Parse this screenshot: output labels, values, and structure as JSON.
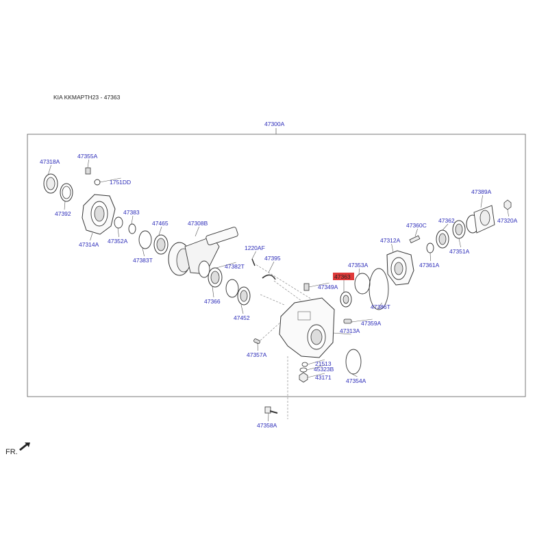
{
  "header": {
    "title": "KIA KKMAPTH23 - 47363"
  },
  "assembly_label": "47300A",
  "orientation_label": "FR.",
  "colors": {
    "label": "#2a2ab8",
    "line": "#555555",
    "highlight": "#e03a3a"
  },
  "highlighted_part": "47363",
  "parts": [
    {
      "id": "47318A"
    },
    {
      "id": "47355A"
    },
    {
      "id": "1751DD"
    },
    {
      "id": "47392"
    },
    {
      "id": "47314A"
    },
    {
      "id": "47352A"
    },
    {
      "id": "47383"
    },
    {
      "id": "47465"
    },
    {
      "id": "47308B"
    },
    {
      "id": "47383T"
    },
    {
      "id": "1220AF"
    },
    {
      "id": "47395"
    },
    {
      "id": "47382T"
    },
    {
      "id": "47366"
    },
    {
      "id": "47452"
    },
    {
      "id": "47357A"
    },
    {
      "id": "47363"
    },
    {
      "id": "47349A"
    },
    {
      "id": "47353A"
    },
    {
      "id": "47386T"
    },
    {
      "id": "47313A"
    },
    {
      "id": "47359A"
    },
    {
      "id": "21513"
    },
    {
      "id": "45323B"
    },
    {
      "id": "43171"
    },
    {
      "id": "47354A"
    },
    {
      "id": "47358A"
    },
    {
      "id": "47360C"
    },
    {
      "id": "47312A"
    },
    {
      "id": "47362"
    },
    {
      "id": "47389A"
    },
    {
      "id": "47320A"
    },
    {
      "id": "47351A"
    },
    {
      "id": "47361A"
    }
  ]
}
